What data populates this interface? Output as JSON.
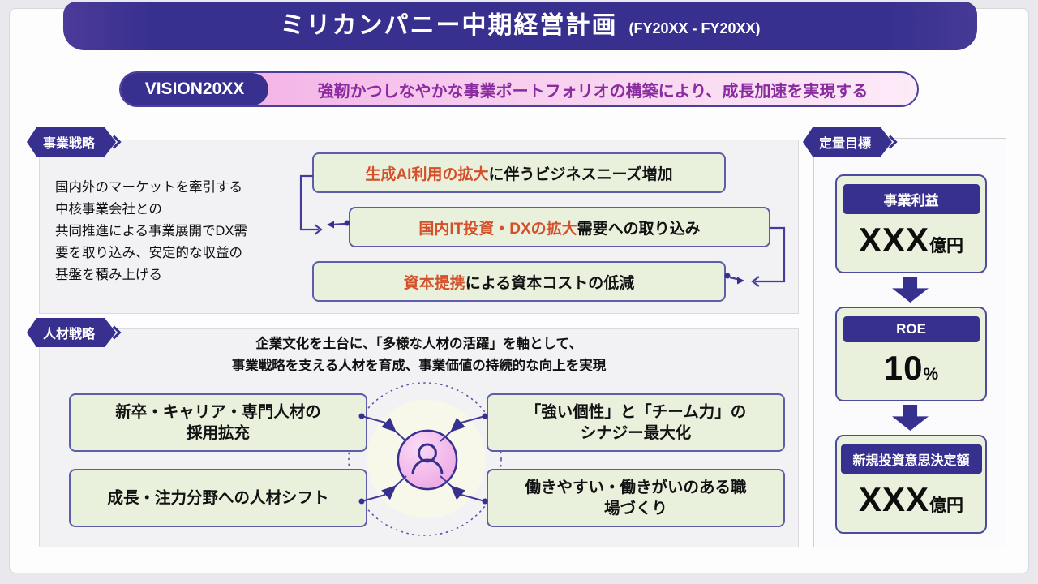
{
  "header": {
    "title": "ミリカンパニー中期経営計画",
    "period": "(FY20XX - FY20XX)"
  },
  "vision": {
    "label": "VISION20XX",
    "statement": "強靭かつしなやかな事業ポートフォリオの構築により、成長加速を実現する"
  },
  "business_strategy": {
    "section_label": "事業戦略",
    "description": "国内外のマーケットを牽引する\n中核事業会社との\n共同推進による事業展開でDX需\n要を取り込み、安定的な収益の\n基盤を積み上げる",
    "items": [
      {
        "highlight": "生成AI利用の拡大",
        "rest": "に伴うビジネスニーズ増加"
      },
      {
        "highlight": "国内IT投資・DXの拡大",
        "rest": "需要への取り込み"
      },
      {
        "highlight": "資本提携",
        "rest": "による資本コストの低減"
      }
    ]
  },
  "hr_strategy": {
    "section_label": "人材戦略",
    "intro": "企業文化を土台に、「多様な人材の活躍」を軸として、\n事業戦略を支える人材を育成、事業価値の持続的な向上を実現",
    "boxes": [
      "新卒・キャリア・専門人材の\n採用拡充",
      "「強い個性」と「チーム力」の\nシナジー最大化",
      "成長・注力分野への人材シフト",
      "働きやすい・働きがいのある職\n場づくり"
    ]
  },
  "quantitative_targets": {
    "section_label": "定量目標",
    "items": [
      {
        "label": "事業利益",
        "value": "XXX",
        "unit": "億円"
      },
      {
        "label": "ROE",
        "value": "10",
        "unit": "%"
      },
      {
        "label": "新規投資意思決定額",
        "value": "XXX",
        "unit": "億円"
      }
    ]
  },
  "colors": {
    "indigo": "#37308e",
    "green_fill": "#e9f0dc",
    "green_border": "#5d5da8",
    "highlight_orange": "#d4502a",
    "vision_purple": "#8a2ba0",
    "vision_pink": "#f1a6e2"
  }
}
